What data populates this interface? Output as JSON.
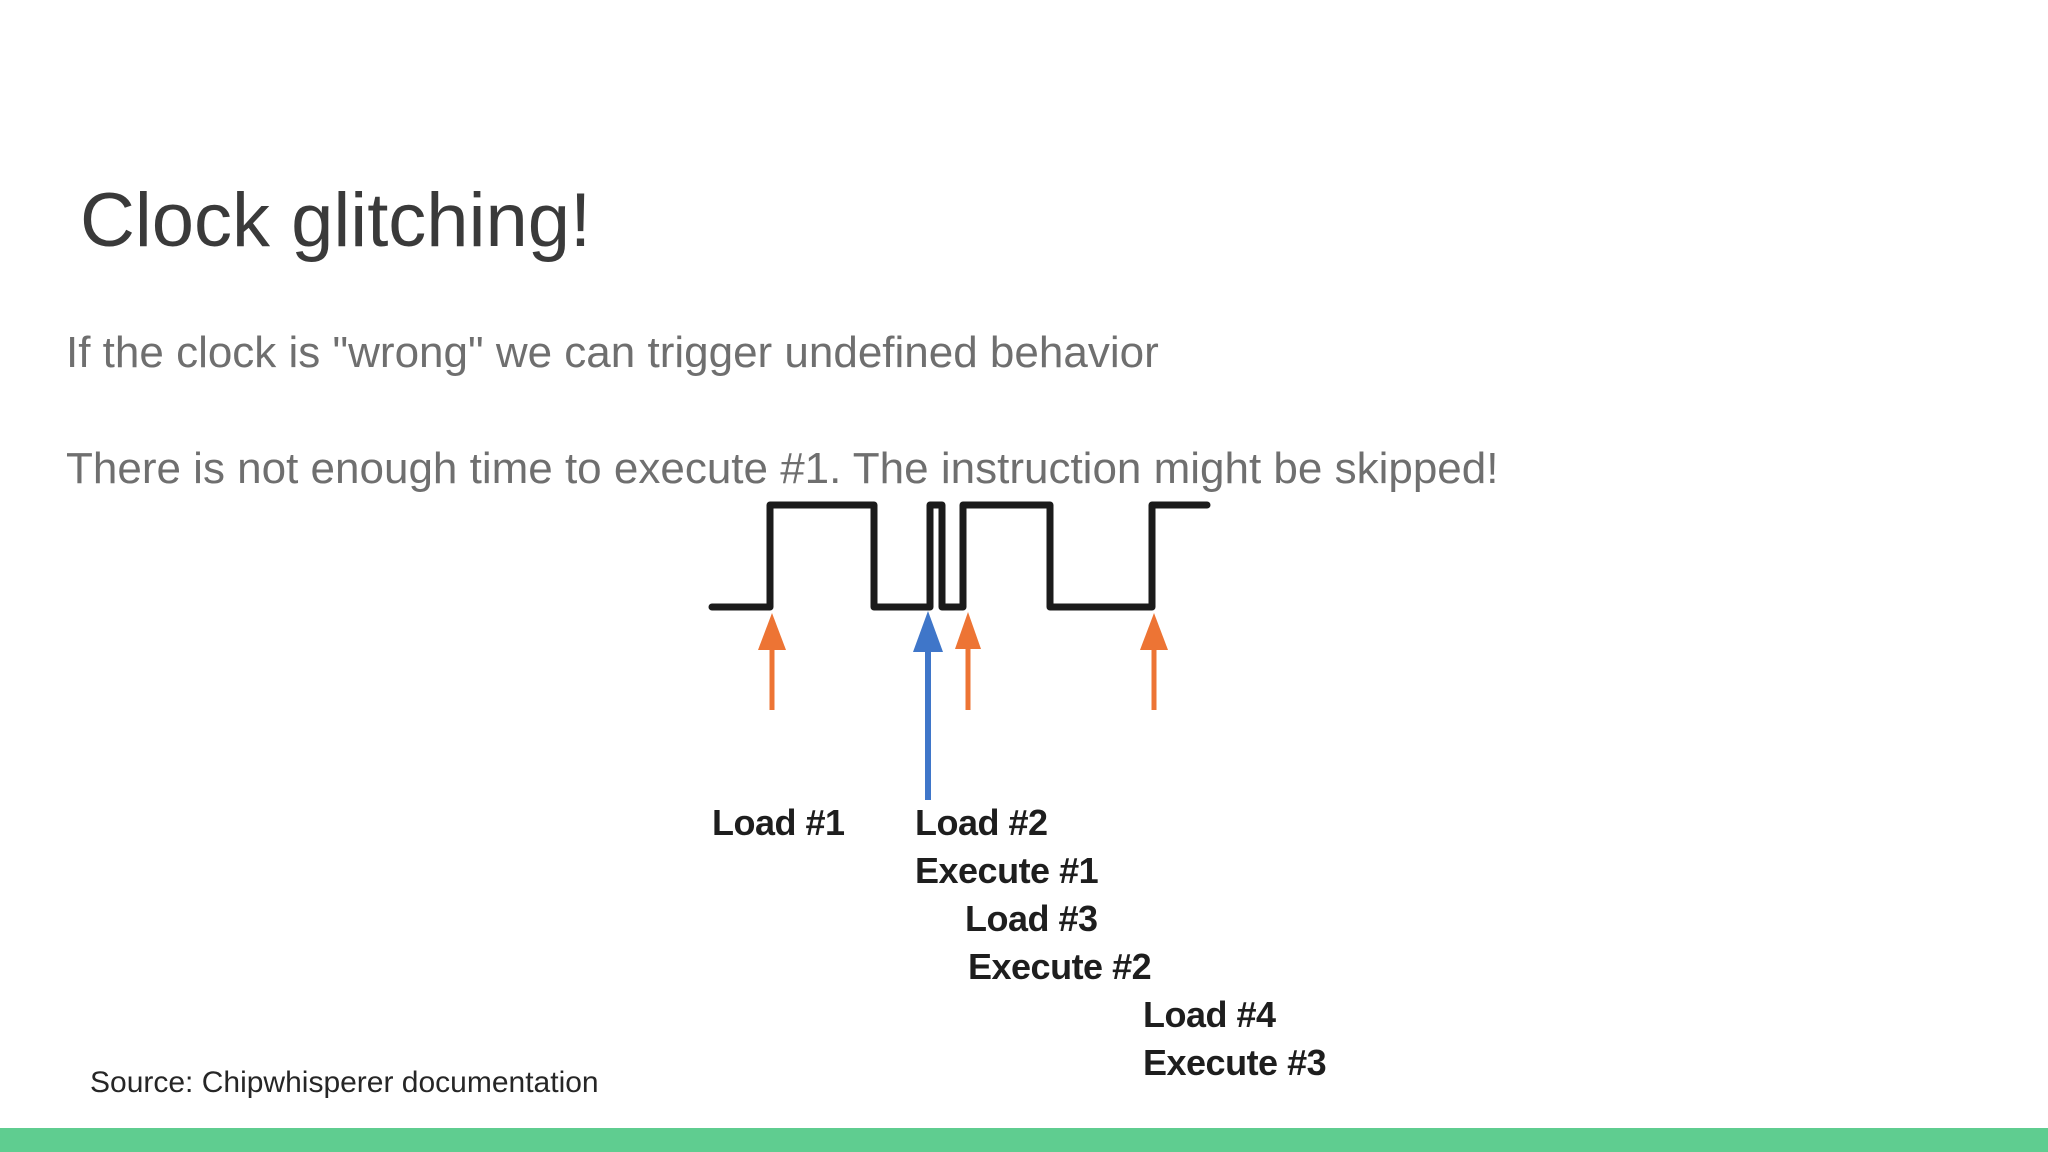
{
  "slide": {
    "title": "Clock glitching!",
    "body_lines": [
      "If the clock is \"wrong\" we can trigger undefined behavior",
      "There is not enough time to execute #1. The instruction might be skipped!"
    ],
    "source_caption": "Source: Chipwhisperer documentation"
  },
  "colors": {
    "accent_bar": "#5fcd90",
    "waveform": "#1b1b1b",
    "normal_edge_arrow": "#ed7434",
    "glitch_edge_arrow": "#3f76c9",
    "title_text": "#3a3a3a",
    "body_text": "#6f6f6f",
    "label_text": "#1e1e1e",
    "source_text": "#262626"
  },
  "diagram": {
    "description": "clock-signal-with-glitch-pulse",
    "labels": [
      "Load #1",
      "Load #2",
      "Execute #1",
      "Load #3",
      "Execute #2",
      "Load #4",
      "Execute #3"
    ]
  }
}
